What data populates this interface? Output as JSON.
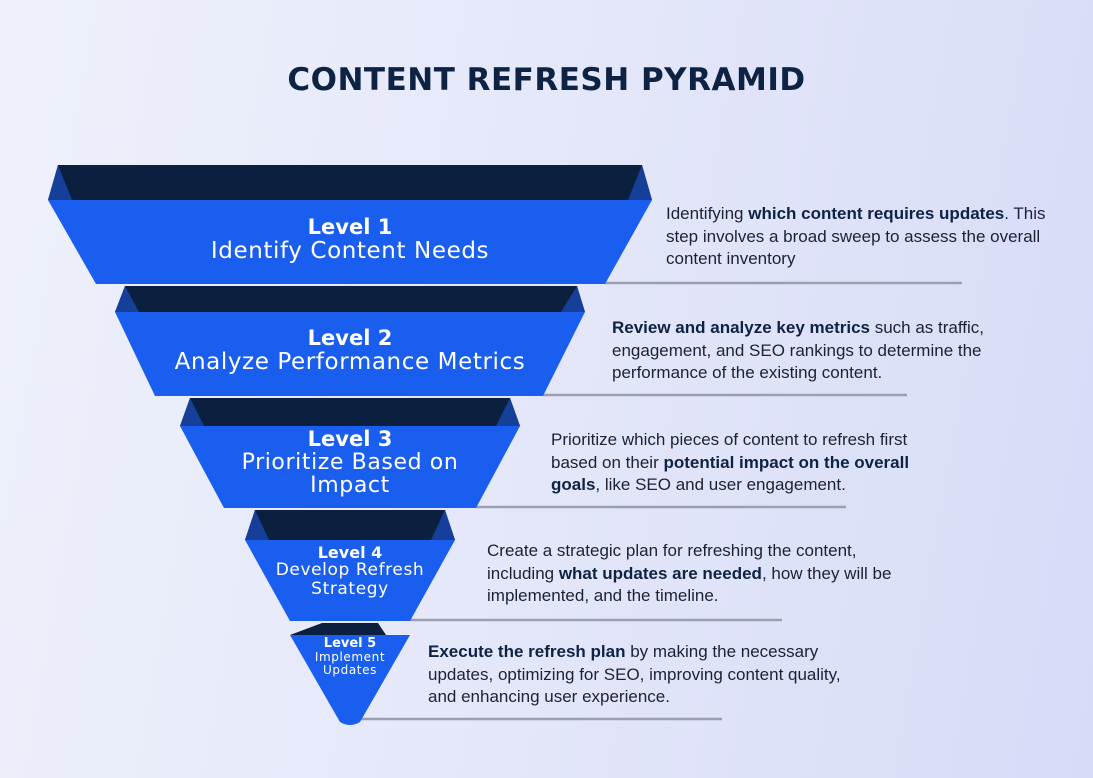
{
  "title": "CONTENT REFRESH PYRAMID",
  "colors": {
    "background_left": "#eef1fb",
    "background_right": "#d6dbf8",
    "tier_fill": "#1a5ef0",
    "tier_back": "#0b1f3f",
    "connector_line": "#9aa0b0",
    "title_text": "#0e2244"
  },
  "levels": [
    {
      "number": "Level 1",
      "name": "Identify Content Needs",
      "desc_before": "Identifying ",
      "desc_bold": "which content requires updates",
      "desc_after": ". This step involves a broad sweep to assess the overall content inventory"
    },
    {
      "number": "Level 2",
      "name": "Analyze Performance Metrics",
      "desc_before": "",
      "desc_bold": "Review and analyze key metrics",
      "desc_after": " such as traffic, engagement, and SEO rankings to determine the performance of the existing content."
    },
    {
      "number": "Level 3",
      "name": "Prioritize Based on Impact",
      "desc_before": "Prioritize which pieces of content to refresh first based on their ",
      "desc_bold": "potential impact on the overall goals",
      "desc_after": ", like SEO and user engagement."
    },
    {
      "number": "Level 4",
      "name": "Develop Refresh Strategy",
      "desc_before": "Create a strategic plan for refreshing the content, including ",
      "desc_bold": "what updates are needed",
      "desc_after": ", how they will be implemented, and the timeline."
    },
    {
      "number": "Level 5",
      "name": "Implement Updates",
      "desc_before": "",
      "desc_bold": "Execute the refresh plan",
      "desc_after": " by making the necessary updates, optimizing for SEO, improving content quality, and enhancing user experience."
    }
  ]
}
